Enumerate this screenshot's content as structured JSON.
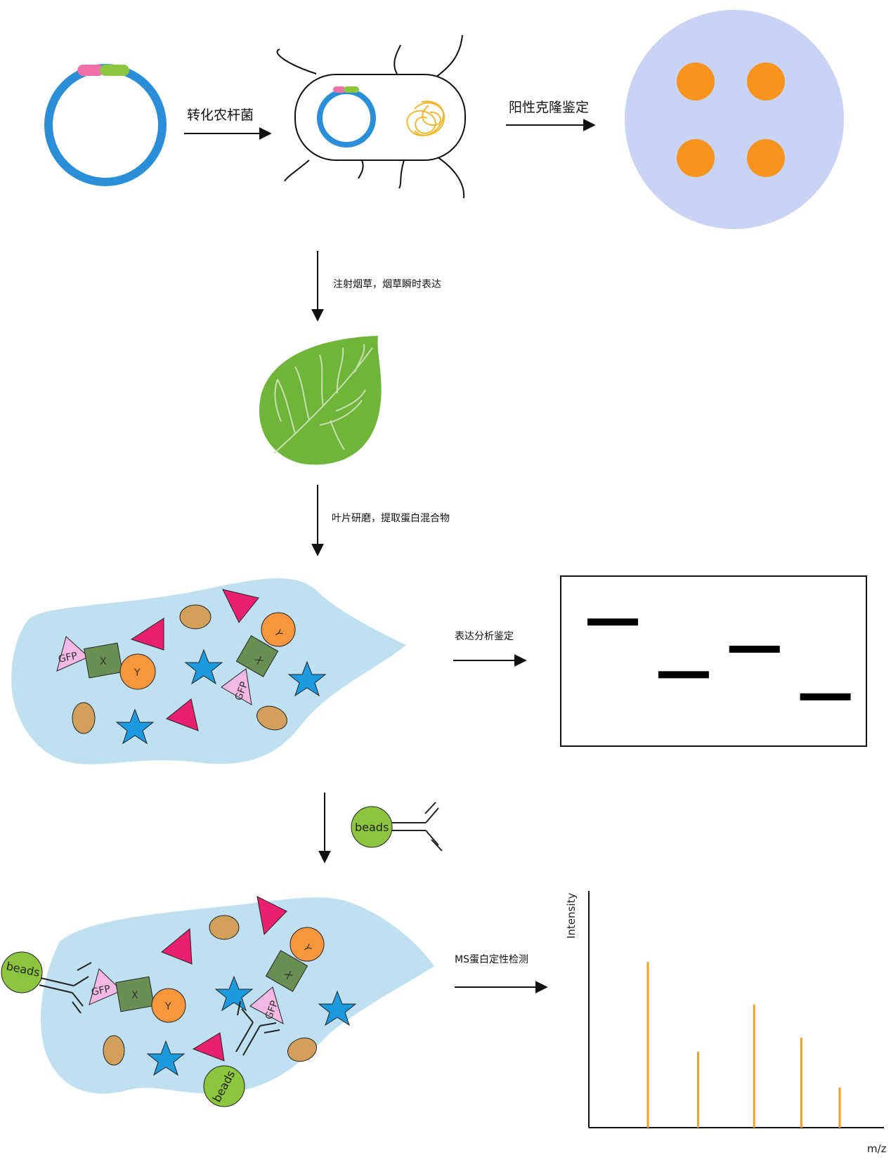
{
  "steps": {
    "transform_agrobacterium": "转化农杆菌",
    "positive_clone_identification": "阳性克隆鉴定",
    "inject_tobacco": "注射烟草，烟草瞬时表达",
    "grind_extract": "叶片研磨，提取蛋白混合物",
    "expression_analysis": "表达分析鉴定",
    "ms_identification": "MS蛋白定性检测"
  },
  "labels": {
    "gfp": "GFP",
    "x": "X",
    "y": "Y",
    "beads": "beads"
  },
  "colors": {
    "plasmid": "#2a8fd8",
    "promoter_pink": "#ef6fa8",
    "gene_green": "#8cc63f",
    "dna_yellow": "#f3b72e",
    "plate": "#c9d3f5",
    "colony": "#f7941d",
    "leaf": "#6fb53a",
    "lysate": "#bfe0f0",
    "triangle_magenta": "#e8206f",
    "ellipse_tan": "#d2a05a",
    "star_blue": "#1b9ae0",
    "gfp_pink": "#f3b8e3",
    "x_green": "#6a8f52",
    "y_orange": "#f7963d",
    "bead_green": "#8cc63f",
    "ms_peak": "#f7a11a"
  },
  "chart_data": {
    "type": "bar",
    "xlabel": "m/z",
    "ylabel": "Intensity",
    "x_relative": [
      0.2,
      0.37,
      0.56,
      0.72,
      0.85
    ],
    "values": [
      0.7,
      0.32,
      0.52,
      0.38,
      0.17
    ],
    "ylim": [
      0,
      1
    ]
  },
  "gel": {
    "bands": [
      {
        "lane": 1,
        "level": 0.27
      },
      {
        "lane": 2,
        "level": 0.58
      },
      {
        "lane": 3,
        "level": 0.43
      },
      {
        "lane": 4,
        "level": 0.71
      }
    ]
  }
}
